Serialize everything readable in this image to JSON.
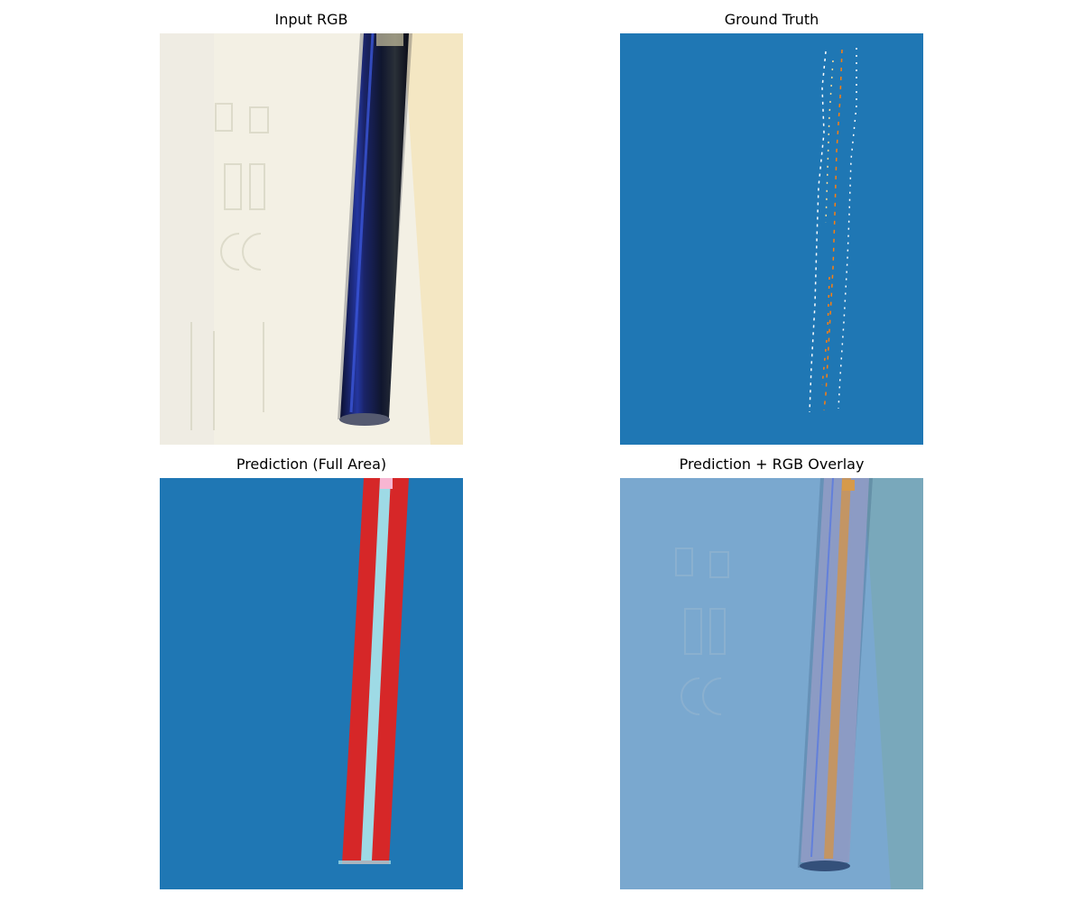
{
  "panels": [
    {
      "title": "Input RGB"
    },
    {
      "title": "Ground Truth"
    },
    {
      "title": "Prediction (Full Area)"
    },
    {
      "title": "Prediction + RGB Overlay"
    }
  ],
  "colors": {
    "background_class": "#1f77b4",
    "red_class": "#d62728",
    "lightblue_class": "#9edae5",
    "orange_class": "#ff7f0e",
    "pink_class": "#f7b6d2",
    "paper": "#f3f0e4",
    "pen_dark": "#161b33"
  }
}
